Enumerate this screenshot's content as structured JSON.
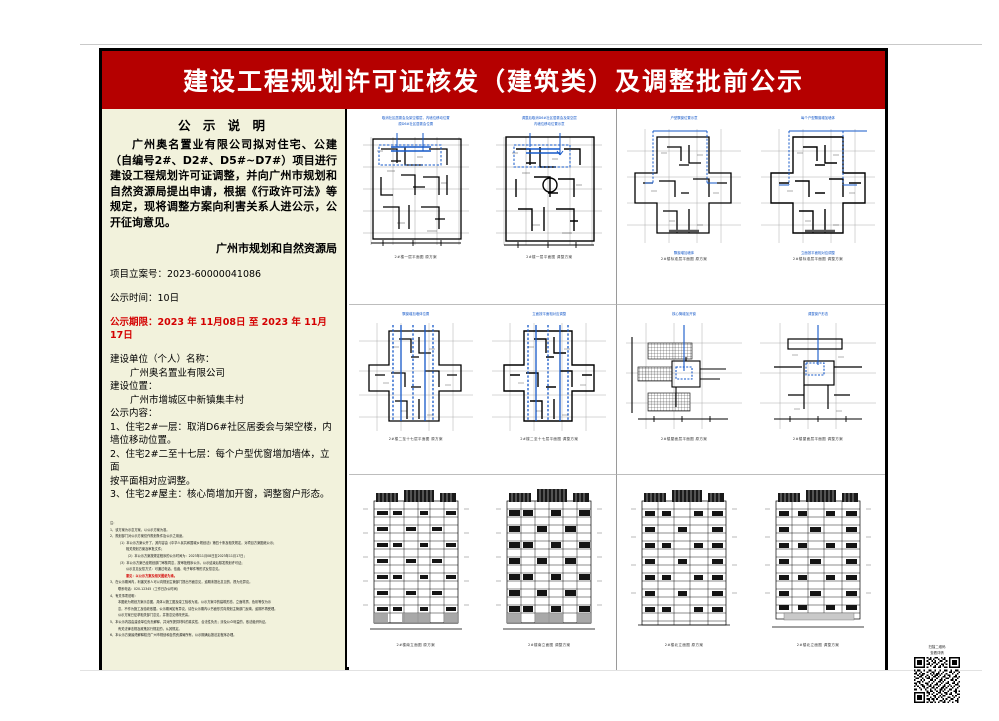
{
  "title_banner": {
    "title": "建设工程规划许可证核发（建筑类）及调整批前公示",
    "bg_color": "#b50000",
    "text_color": "#ffffff"
  },
  "info_panel": {
    "bg_color": "#f2f2dc",
    "heading": "公 示 说 明",
    "paragraph": "广州奥名置业有限公司拟对住宅、公建（自编号2#、D2#、D5#~D7#）项目进行建设工程规划许可证调整，并向广州市规划和自然资源局提出申请，根据《行政许可法》等规定，现将调整方案向利害关系人进公示，公开征询意见。",
    "signature": "广州市规划和自然资源局",
    "case_label": "项目立案号：",
    "case_number": "2023-60000041086",
    "duration_label": "公示时间：",
    "duration_value": "10日",
    "period_label": "公示期限：",
    "period_value": "2023 年 11月08日 至 2023 年 11月17日",
    "period_color": "#d40000",
    "unit_label": "建设单位（个人）名称：",
    "unit_value": "广州奥名置业有限公司",
    "location_label": "建设位置：",
    "location_value": "广州市增城区中新镇集丰村",
    "content_label": "公示内容：",
    "content_items": [
      "1、住宅2#一层：取消D6#社区居委会与架空楼，内墙位移动位置。",
      "2、住宅2#二至十七层：每个户型优窗增加墙体，立面",
      "按平面相对应调整。",
      "3、住宅2#屋主：核心筒增加开窗，调整窗户形态。"
    ],
    "fineprint": [
      "注：",
      "1、该方案为示意方案，以公示方案为准。",
      "2、规划部门对公示方案仅作规划条件及公示之用途。",
      "（1）本公示方案公开了，其内容由《中华人民共和国城乡规划法》第四十条及相关规定，对项目方案图纸公示；",
      "相关规划方案及审批文件；",
      "（2）本公示方案按规定程序的公示时间为：2023年11月08日至2023年11月17日；",
      "（3）本公示方案已经规划部门审核同意，按审批程序公示，公示结束后核发规划许可证；",
      "公示意见反馈方式：可通过电话、信函、电子邮件等形式反馈意见。",
      "意见：以公示方案及相关图纸为准。",
      "3、在公示期间内，利害关系人可以向规划主管部门提出书面意见，逾期未提出意见的，视为无异议。",
      "联系电话：020-12345（工作日办公时间）",
      "4、有关事项说明：",
      "本图纸为规划方案示意图，具体以施工图及竣工验收为准。公示方案中的建筑形态、立面材质、色彩等仅为示",
      "意，不作为施工及验收依据。公示期间如有异议，请在公示期内以书面形式向规划主管部门反映，逾期不再受理。",
      "公示方案已征求相关部门意见，并按意见修改完善。",
      "5、本公示内容由建设单位负责解释，并对所提供材料的真实性、合法性负责；涉及公众利益的，依法组织听证。",
      "有关法律法规及政策另行规定的，从其规定。",
      "6、本公示方案最终解释权归广州市规划和自然资源局所有，公示期满后按法定程序办理。"
    ]
  },
  "drawings": {
    "panels": [
      {
        "id": "plan-row1",
        "figures": [
          {
            "callouts": [
              "取消社区居委会及架空楼层，内墙位移动位置"
            ],
            "callouts2": [
              "原D6#社区居委会位置"
            ],
            "caption": "2#楼一层平面图 原方案"
          },
          {
            "callouts": [
              "调整后取消D6#社区居委会及架空层"
            ],
            "callouts2": [
              "内墙位移动位置示意"
            ],
            "caption": "2#楼一层平面图 调整方案"
          }
        ]
      },
      {
        "id": "plan-row1b",
        "figures": [
          {
            "callouts": [
              "户型飘窗位置示意"
            ],
            "callouts2": [],
            "caption": "2#楼标准层平面图 原方案",
            "callouts_below": [
              "飘窗增加墙体"
            ]
          },
          {
            "callouts": [
              "每个户型飘窗增加墙体"
            ],
            "callouts2": [],
            "caption": "2#楼标准层平面图 调整方案",
            "callouts_below": [
              "立面按平面相对应调整"
            ]
          }
        ]
      },
      {
        "id": "plan-row2",
        "figures": [
          {
            "callouts": [
              "飘窗增加墙体位置"
            ],
            "callouts2": [],
            "caption": "2#楼二至十七层平面图 原方案"
          },
          {
            "callouts": [
              "立面按平面相对应调整"
            ],
            "callouts2": [],
            "caption": "2#楼二至十七层平面图 调整方案"
          }
        ]
      },
      {
        "id": "plan-row2b",
        "figures": [
          {
            "callouts": [
              "核心筒增加开窗"
            ],
            "callouts2": [],
            "caption": "2#楼屋面层平面图 原方案"
          },
          {
            "callouts": [
              "调整窗户形态"
            ],
            "callouts2": [],
            "caption": "2#楼屋面层平面图 调整方案"
          }
        ]
      },
      {
        "id": "elev-row",
        "figures": [
          {
            "callouts": [],
            "callouts2": [],
            "caption": "2#楼南立面图 原方案"
          },
          {
            "callouts": [],
            "callouts2": [],
            "caption": "2#楼南立面图 调整方案"
          }
        ]
      },
      {
        "id": "elev-row2",
        "figures": [
          {
            "callouts": [],
            "callouts2": [],
            "caption": "2#楼北立面图 原方案"
          },
          {
            "callouts": [],
            "callouts2": [],
            "caption": "2#楼北立面图 调整方案"
          }
        ]
      }
    ],
    "callout_color": "#1558c8"
  },
  "qr": {
    "caption_line1": "扫描二维码",
    "caption_line2": "查看详情"
  }
}
